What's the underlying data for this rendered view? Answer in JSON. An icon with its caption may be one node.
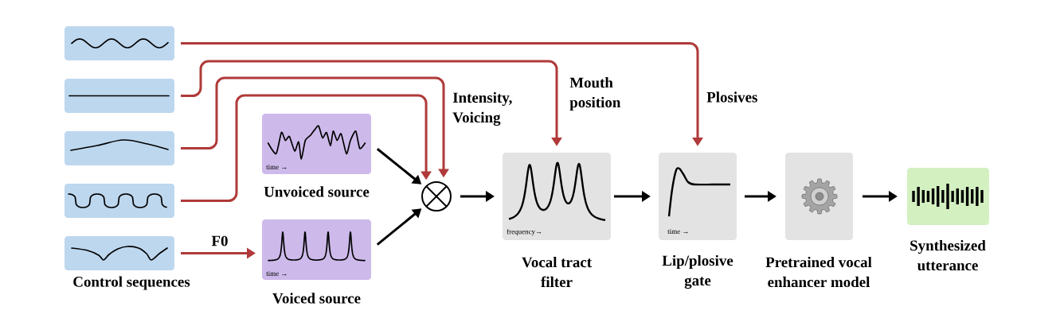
{
  "diagram": {
    "nodes": [
      {
        "text": [],
        "shape": "box"
      },
      {
        "text": [],
        "shape": "box"
      },
      {
        "text": [],
        "shape": "box"
      },
      {
        "text": [],
        "shape": "box"
      },
      {
        "text": [],
        "shape": "box"
      },
      {
        "text": [
          "time →",
          "Unvoiced source"
        ]
      },
      {
        "text": [
          "time →",
          "Voiced source"
        ]
      },
      {
        "text": [],
        "shape": "circle"
      },
      {
        "text": [
          "frequency→",
          "Vocal tract filter"
        ]
      },
      {
        "text": [
          "time →",
          "Lip/plosive gate"
        ]
      },
      {
        "text": [
          "Pretrained vocal enhancer model"
        ]
      },
      {
        "text": [
          "Synthesized utterance"
        ]
      }
    ],
    "edges": [
      {
        "from": 0,
        "to": 9,
        "arrow": "to",
        "label": "Plosives",
        "color": "#b03a3a"
      },
      {
        "from": 1,
        "to": 8,
        "arrow": "to",
        "label": "Mouth position",
        "color": "#b03a3a"
      },
      {
        "from": 2,
        "to": 7,
        "arrow": "to",
        "label": "Intensity, Voicing",
        "color": "#b03a3a"
      },
      {
        "from": 3,
        "to": 7,
        "arrow": "to",
        "color": "#b03a3a"
      },
      {
        "from": 4,
        "to": 6,
        "arrow": "to",
        "label": "F0",
        "color": "#b03a3a"
      },
      {
        "from": 5,
        "to": 7,
        "arrow": "to"
      },
      {
        "from": 6,
        "to": 7,
        "arrow": "to"
      },
      {
        "from": 7,
        "to": 8,
        "arrow": "to"
      },
      {
        "from": 8,
        "to": 9,
        "arrow": "to"
      },
      {
        "from": 9,
        "to": 10,
        "arrow": "to"
      },
      {
        "from": 10,
        "to": 11,
        "arrow": "to"
      }
    ],
    "labels": [
      "Control sequences"
    ]
  }
}
